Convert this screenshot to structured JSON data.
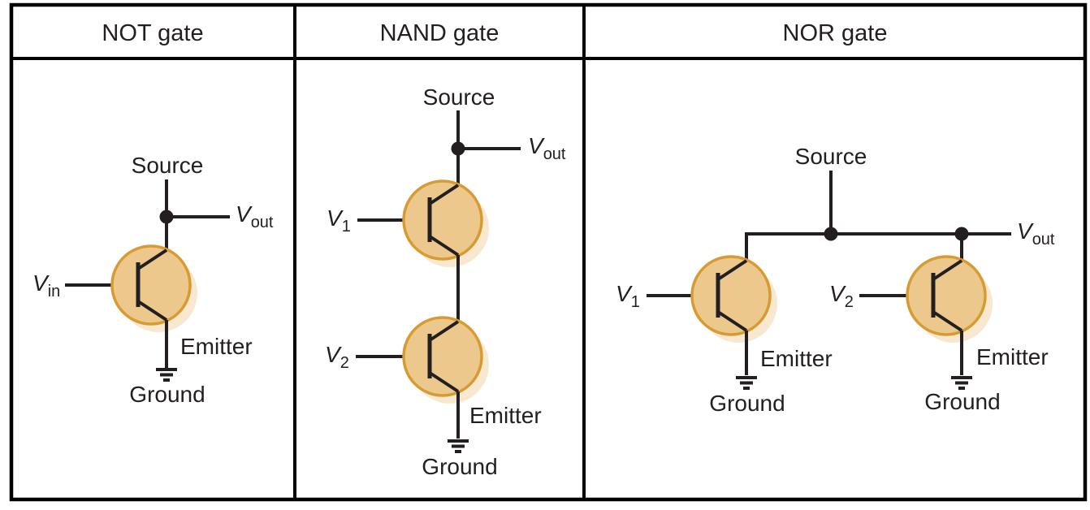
{
  "colors": {
    "background": "#ffffff",
    "border": "#000000",
    "wire": "#231f20",
    "text": "#231f20",
    "transistor_fill": "#ecc88c",
    "transistor_stroke": "#d79b33",
    "transistor_shadow": "#f8e8cf"
  },
  "table": {
    "headers": {
      "not": "NOT gate",
      "nand": "NAND gate",
      "nor": "NOR gate"
    }
  },
  "not_gate": {
    "source": "Source",
    "vout": {
      "base": "V",
      "sub": "out"
    },
    "vin": {
      "base": "V",
      "sub": "in"
    },
    "emitter": "Emitter",
    "ground": "Ground"
  },
  "nand_gate": {
    "source": "Source",
    "vout": {
      "base": "V",
      "sub": "out"
    },
    "v1": {
      "base": "V",
      "sub": "1"
    },
    "v2": {
      "base": "V",
      "sub": "2"
    },
    "emitter": "Emitter",
    "ground": "Ground"
  },
  "nor_gate": {
    "source": "Source",
    "vout": {
      "base": "V",
      "sub": "out"
    },
    "v1": {
      "base": "V",
      "sub": "1"
    },
    "v2": {
      "base": "V",
      "sub": "2"
    },
    "emitter_left": "Emitter",
    "emitter_right": "Emitter",
    "ground_left": "Ground",
    "ground_right": "Ground"
  }
}
